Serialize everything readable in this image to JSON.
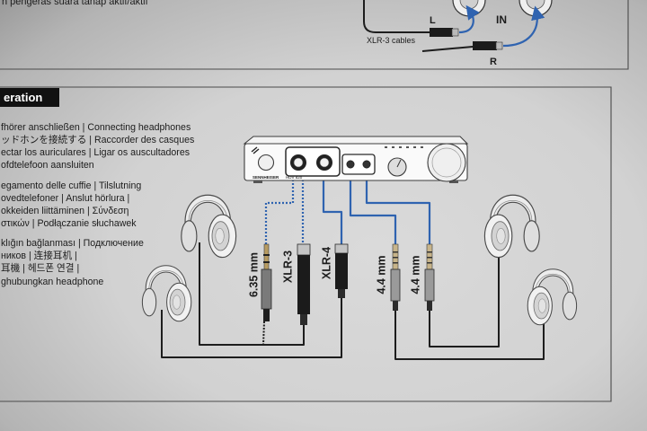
{
  "colors": {
    "paper": "#d6d6d6",
    "ink": "#1c1c1c",
    "cable_black": "#1d1d1d",
    "cable_blue": "#2f63b0",
    "header_bg": "#111111",
    "header_text": "#ffffff"
  },
  "upper_section": {
    "caption_fragment": "n pengeras suara tanap aktif/aktif",
    "diagram": {
      "left_label": "L",
      "input_label": "IN",
      "right_label": "R",
      "cables_label": "XLR-3 cables"
    }
  },
  "operation_section": {
    "header": "eration",
    "lines": [
      "fhörer anschließen | Connecting headphones",
      "ッドホンを接続する | Raccorder des casques",
      "ectar los auriculares | Ligar os auscultadores",
      "ofdtelefoon aansluiten",
      "egamento delle cuffie | Tilslutning",
      "ovedtelefoner | Anslut hörlura |",
      "okkeiden liittäminen | Σύνδεση",
      "στικών | Podłączanie słuchawek",
      "klığın bağlanması | Подключение",
      "ников | 连接耳机 |",
      "耳機 | 헤드폰 연결 |",
      "ghubungkan headphone"
    ]
  },
  "amplifier": {
    "brand": "SENNHEISER",
    "model": "HDV 820"
  },
  "connectors": {
    "jack_635": "6.35 mm",
    "xlr3": "XLR-3",
    "xlr4": "XLR-4",
    "plug_44_a": "4.4 mm",
    "plug_44_b": "4.4 mm"
  },
  "icons": [
    "headphones-icon",
    "amplifier-icon",
    "sennheiser-logo-icon",
    "xlr-plug-icon",
    "jack-plug-icon",
    "arrow-icon"
  ]
}
